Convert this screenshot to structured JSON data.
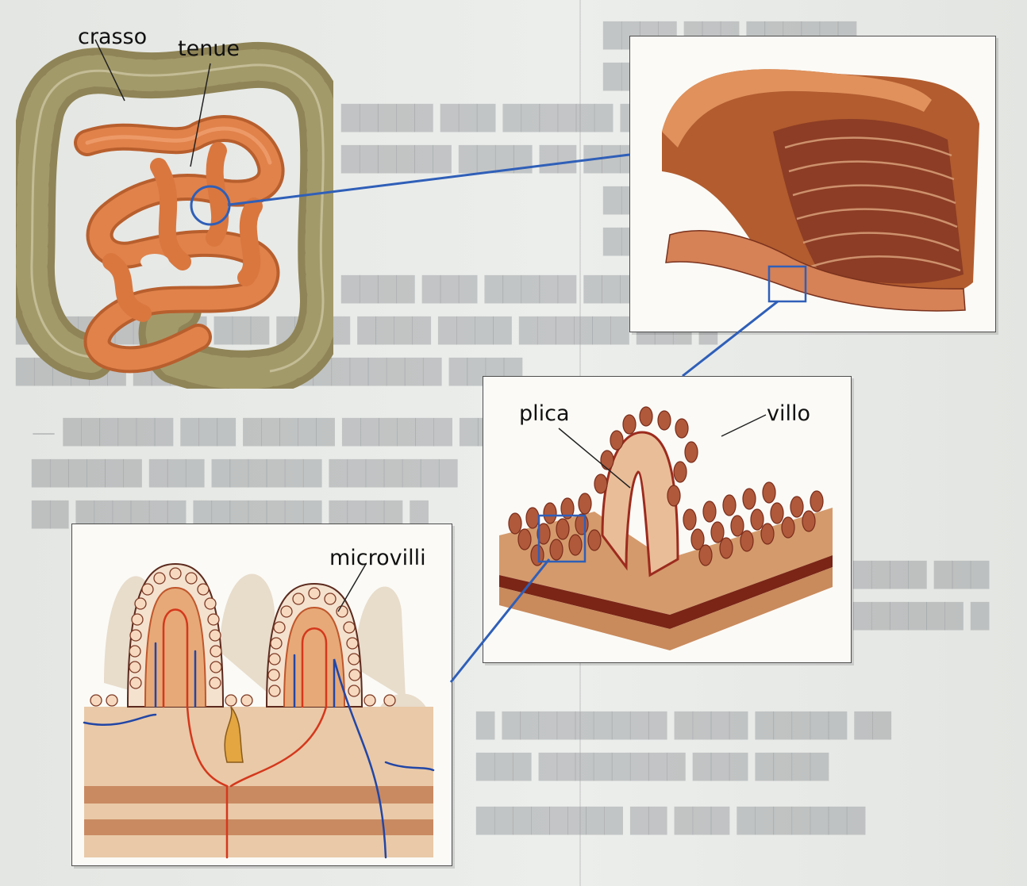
{
  "labels": {
    "crasso": "crasso",
    "tenue": "tenue",
    "plica": "plica",
    "villo": "villo",
    "microvilli": "microvilli"
  },
  "colors": {
    "small_intestine": "#e0824a",
    "large_intestine": "#8f8457",
    "tissue": "#c8733f",
    "tissue_light": "#f0d0b0",
    "mucosa_red": "#9c2b1e",
    "vein_blue": "#2246a6",
    "artery_red": "#d4381c",
    "connector_blue": "#2f5fb8",
    "panel_background": "#fbfaf6"
  }
}
